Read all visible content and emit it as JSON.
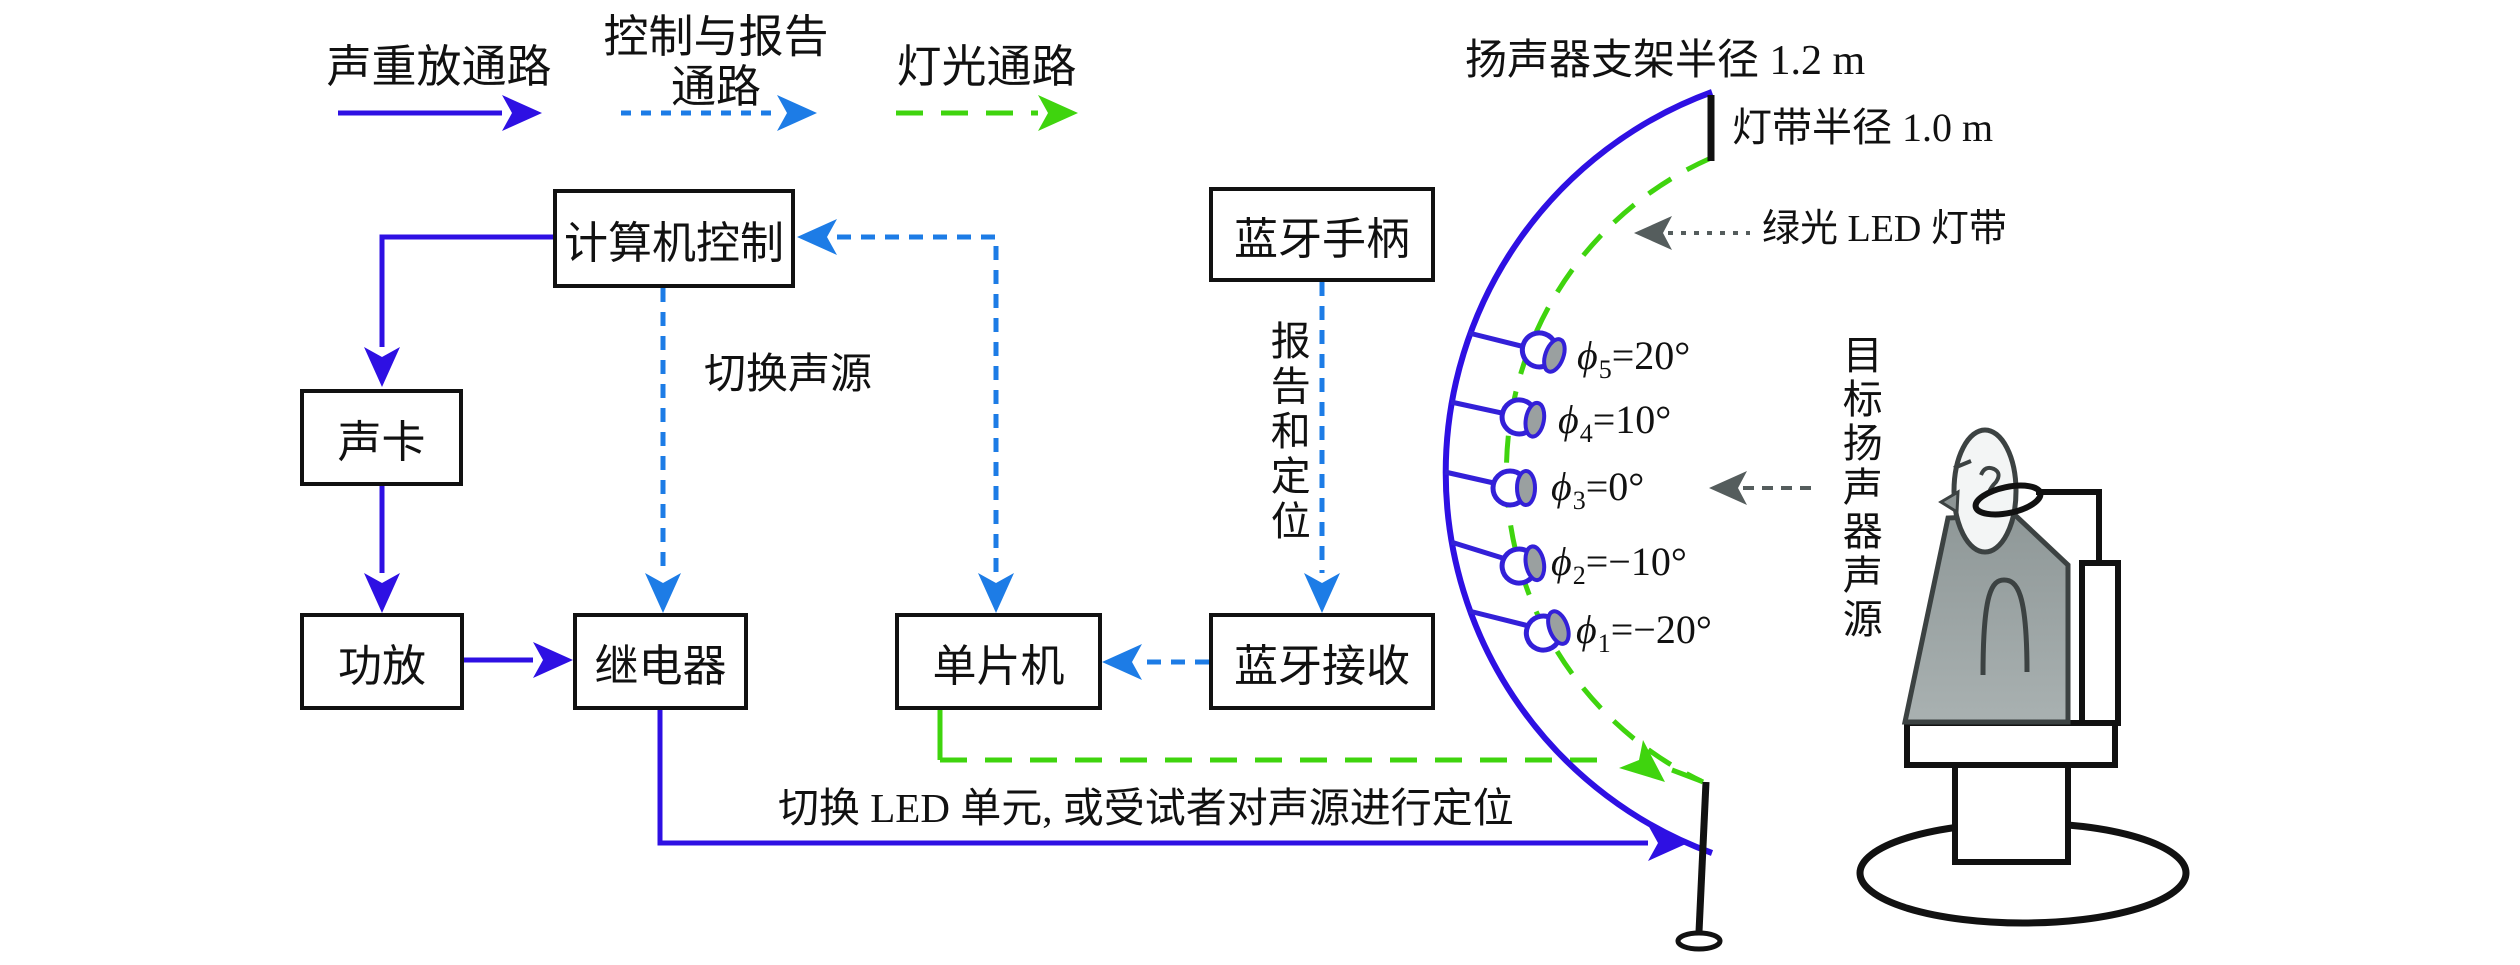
{
  "legend": {
    "sound_path": "声重放通路",
    "control_path_line1": "控制与报告",
    "control_path_line2": "通路",
    "light_path": "灯光通路"
  },
  "boxes": {
    "computer": "计算机控制",
    "sound_card": "声卡",
    "amplifier": "功放",
    "relay": "继电器",
    "mcu": "单片机",
    "bt_handle": "蓝牙手柄",
    "bt_receiver": "蓝牙接收"
  },
  "edge_labels": {
    "switch_source": "切换声源",
    "report_locate": "报告和定位",
    "bottom_caption": "切换 LED 单元, 或受试者对声源进行定位"
  },
  "arc_labels": {
    "speaker_bracket_radius": "扬声器支架半径 1.2 m",
    "light_strip_radius": "灯带半径 1.0 m",
    "green_led_strip": "绿光 LED 灯带",
    "target_speaker_source": "目标扬声器声源"
  },
  "speakers": [
    {
      "sym": "ϕ",
      "sub": "5",
      "val": "=20°"
    },
    {
      "sym": "ϕ",
      "sub": "4",
      "val": "=10°"
    },
    {
      "sym": "ϕ",
      "sub": "3",
      "val": "=0°"
    },
    {
      "sym": "ϕ",
      "sub": "2",
      "val": "=−10°"
    },
    {
      "sym": "ϕ",
      "sub": "1",
      "val": "=−20°"
    }
  ],
  "colors": {
    "sound_path_blue": "#2e10e3",
    "control_path_blue": "#1d7ce6",
    "light_path_green": "#3fd40e",
    "pointer_gray": "#555d5d",
    "figure_gray": "#9aa0a0"
  }
}
